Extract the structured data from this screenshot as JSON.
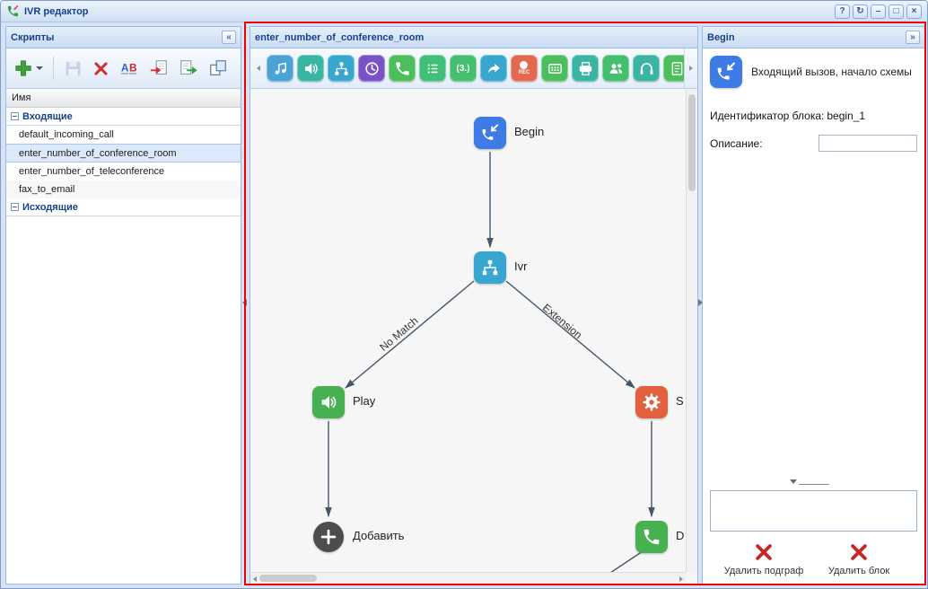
{
  "window": {
    "title": "IVR редактор",
    "controls": {
      "help": "?",
      "refresh": "↻",
      "minimize": "–",
      "maximize": "□",
      "close": "×"
    }
  },
  "scripts": {
    "title": "Скрипты",
    "collapse_glyph": "«",
    "column_header": "Имя",
    "toolbar_icons": [
      "add-script",
      "add-menu",
      "save",
      "delete",
      "rename",
      "import",
      "export",
      "clone"
    ],
    "rename_a": "A",
    "rename_b": "B",
    "groups": [
      {
        "label": "Входящие",
        "items": [
          "default_incoming_call",
          "enter_number_of_conference_room",
          "enter_number_of_teleconference",
          "fax_to_email"
        ],
        "selected_index": 1
      },
      {
        "label": "Исходящие",
        "items": []
      }
    ]
  },
  "editor": {
    "title": "enter_number_of_conference_room",
    "palette_icons": [
      "music",
      "announcement",
      "ivr-menu",
      "schedule",
      "call",
      "menu-list",
      "collect-digits",
      "transfer",
      "record",
      "keypad",
      "fax",
      "conference",
      "operator",
      "script"
    ],
    "digits_label": "(3.)",
    "rec_label": "REC",
    "nodes": [
      {
        "id": "begin",
        "label": "Begin",
        "color": "#3f7be4"
      },
      {
        "id": "ivr",
        "label": "Ivr",
        "color": "#38a6cf"
      },
      {
        "id": "play",
        "label": "Play",
        "color": "#47b152"
      },
      {
        "id": "set",
        "label": "S",
        "color": "#e2603f"
      },
      {
        "id": "add",
        "label": "Добавить",
        "color": "#4d4d4d"
      },
      {
        "id": "dial",
        "label": "D",
        "color": "#47b152"
      }
    ],
    "edge_labels": {
      "left": "No Match",
      "right": "Extension"
    }
  },
  "props": {
    "title": "Begin",
    "expand_glyph": "»",
    "summary": "Входящий вызов, начало схемы",
    "block_id_label": "Идентификатор блока:",
    "block_id_value": "begin_1",
    "description_label": "Описание:",
    "description_value": "",
    "delete_subgraph_label": "Удалить подграф",
    "delete_block_label": "Удалить блок"
  },
  "colors": {
    "header_text": "#15428b",
    "panel_border": "#99bbe8",
    "highlight_border": "#f10000",
    "canvas_bg": "#f6f6f6"
  }
}
